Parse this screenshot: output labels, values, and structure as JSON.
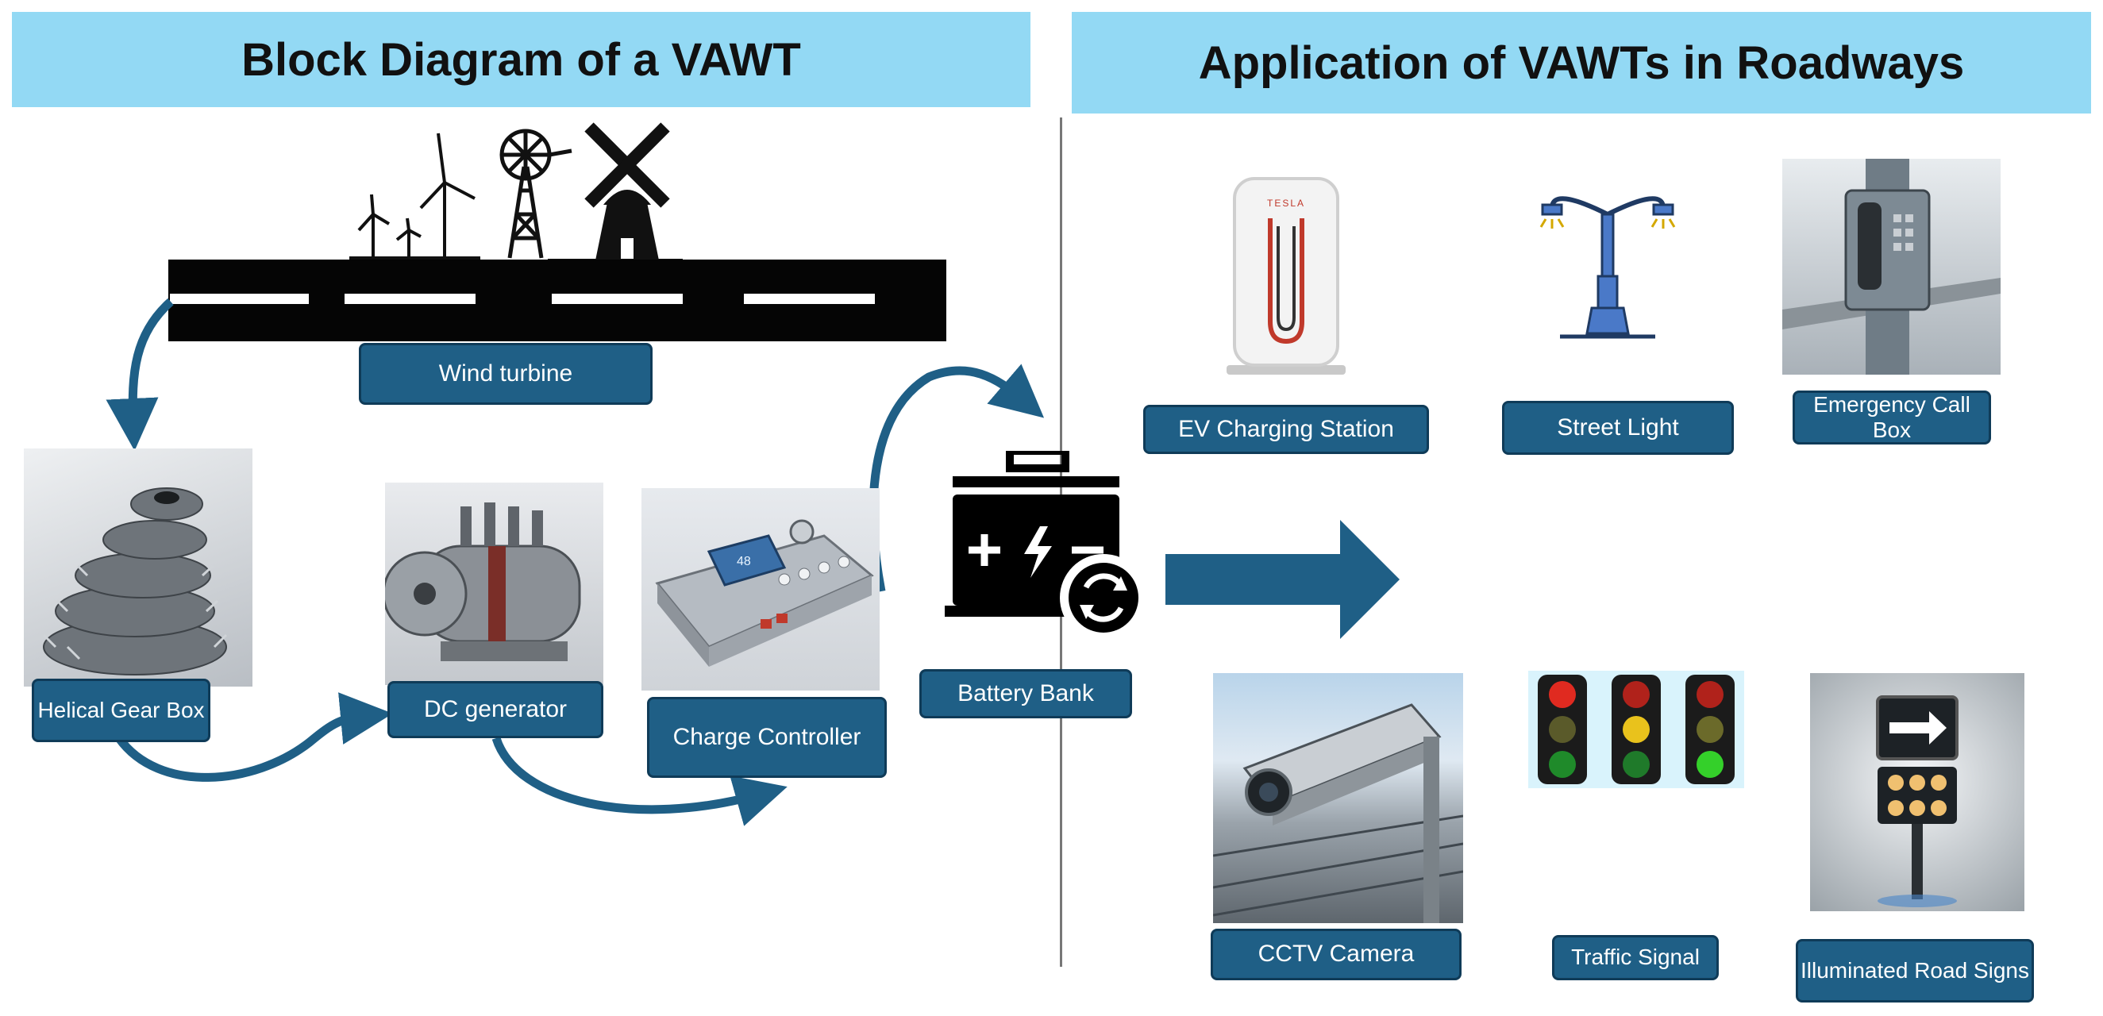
{
  "left_header": "Block Diagram of a VAWT",
  "right_header": "Application of VAWTs in Roadways",
  "block_labels": {
    "wind_turbine": "Wind turbine",
    "gear_box": "Helical Gear Box",
    "dc_generator": "DC generator",
    "charge_controller": "Charge Controller",
    "battery_bank": "Battery Bank"
  },
  "applications": {
    "ev_station": "EV Charging Station",
    "street_light": "Street Light",
    "call_box": "Emergency Call Box",
    "cctv": "CCTV Camera",
    "traffic_signal": "Traffic Signal",
    "road_signs": "Illuminated Road Signs"
  },
  "charger_brand": "TESLA",
  "controller_display": "48",
  "colors": {
    "header_bg": "#93d9f4",
    "label_bg": "#1f5f86",
    "arrow": "#1f5f86"
  }
}
